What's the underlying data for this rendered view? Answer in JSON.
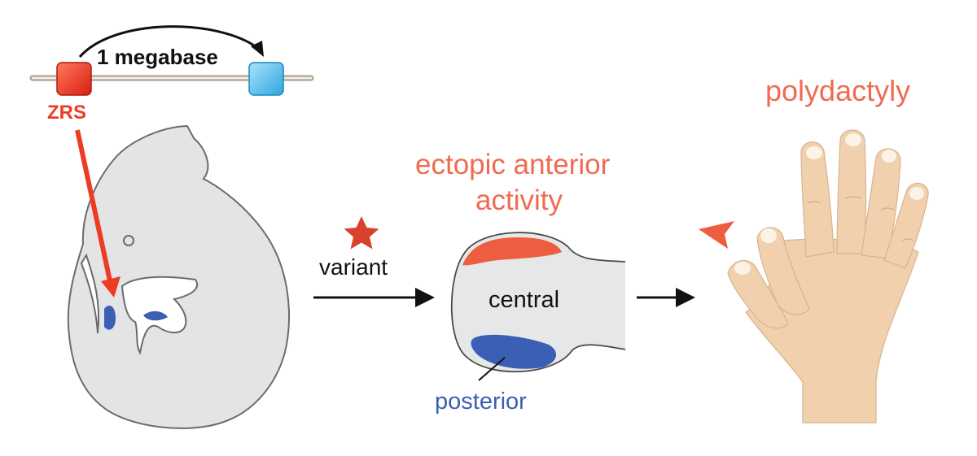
{
  "gene_locus": {
    "distance_label": "1 megabase",
    "enhancer_label": "ZRS"
  },
  "limb_bud": {
    "activity_label_line1": "ectopic anterior",
    "activity_label_line2": "activity",
    "central_label": "central",
    "posterior_label": "posterior"
  },
  "transition": {
    "variant_label": "variant"
  },
  "phenotype": {
    "label": "polydactyly"
  },
  "colors": {
    "enhancer_red": "#ee3b24",
    "target_blue": "#52b8e6",
    "posterior_blue": "#3a5fb4",
    "ectopic_orange": "#ef5d40",
    "label_salmon": "#ef6b52",
    "embryo_gray": "#e3e4e6",
    "hand_skin": "#f1d0ad",
    "star_red": "#d9432b"
  }
}
